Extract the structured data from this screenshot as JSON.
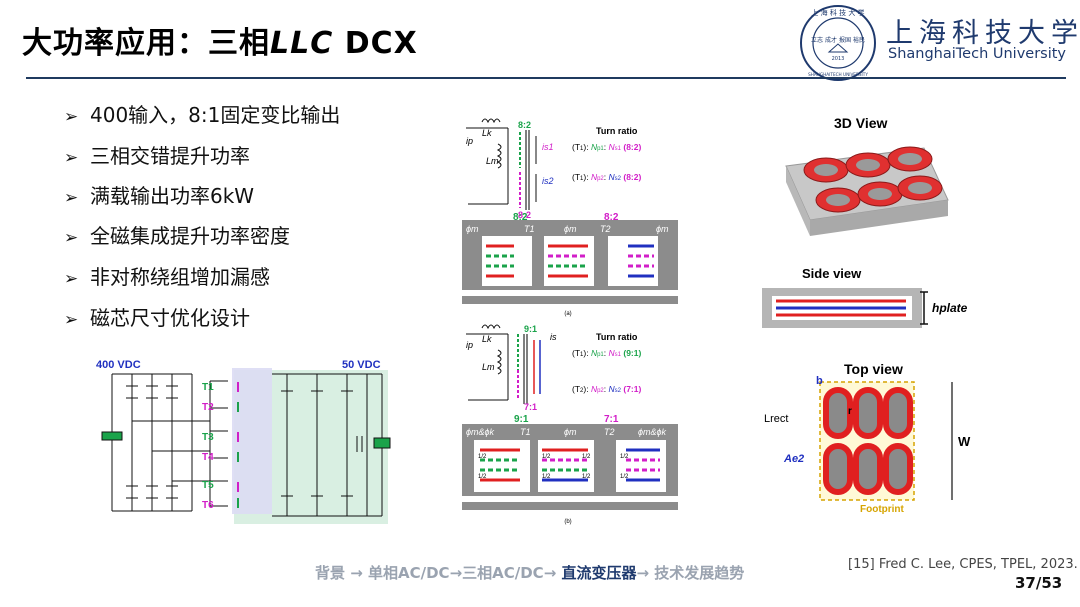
{
  "header": {
    "title_main": "大功率应用：三相",
    "title_italic": "LLC",
    "title_end": " DCX",
    "logo_cn": "上海科技大学",
    "logo_en": "ShanghaiTech University",
    "seal_top_text": "上 海 科 技 大 学",
    "seal_left": "立志 成才",
    "seal_right": "报国 裕民",
    "seal_year": "2013",
    "seal_bottom_text": "SHANGHAITECH UNIVERSITY"
  },
  "bullets": [
    "400输入，8:1固定变比输出",
    "三相交错提升功率",
    "满载输出功率6kW",
    "全磁集成提升功率密度",
    "非对称绕组增加漏感",
    "磁芯尺寸优化设计"
  ],
  "circuit": {
    "input_label": "400 VDC",
    "output_label": "50 VDC",
    "transformers": [
      "T1",
      "T2",
      "T3",
      "T4",
      "T5",
      "T6"
    ]
  },
  "figure_a": {
    "ratio_top": "8:2",
    "ratio_bottom": "8:2",
    "turn_ratio_title": "Turn ratio",
    "eq1_prefix": "(T",
    "eq1_sub": "1",
    "eq1_text": "): N",
    "eq1_p": "p1",
    "eq1_mid": ": N",
    "eq1_s": "s1",
    "eq1_val": "(8:2)",
    "eq2_sub": "1",
    "eq2_p": "p2",
    "eq2_s": "s2",
    "eq2_val": "(8:2)",
    "core_ratio_left": "8:2",
    "core_ratio_right": "8:2",
    "phi_m": "ϕm",
    "t1": "T1",
    "t2": "T2",
    "caption": "(a)",
    "ip": "ip",
    "lk": "Lk",
    "lm": "Lm",
    "is1": "is1",
    "is2": "is2"
  },
  "figure_b": {
    "ratio_top": "9:1",
    "ratio_bottom": "7:1",
    "turn_ratio_title": "Turn ratio",
    "eq1_sub": "1",
    "eq1_p": "p1",
    "eq1_s": "s1",
    "eq1_val": "(9:1)",
    "eq2_sub": "2",
    "eq2_p": "p2",
    "eq2_s": "s2",
    "eq2_val": "(7:1)",
    "core_ratio_left": "9:1",
    "core_ratio_right": "7:1",
    "phi_mk": "ϕm&ϕk",
    "phi_m": "ϕm",
    "t1": "T1",
    "t2": "T2",
    "half": "1/2",
    "caption": "(b)",
    "ip": "ip",
    "lk": "Lk",
    "lm": "Lm",
    "is": "is"
  },
  "views": {
    "view3d": "3D View",
    "side": "Side view",
    "hplate": "hplate",
    "top": "Top view",
    "b": "b",
    "r": "r",
    "lrect": "Lrect",
    "ae2": "Ae2",
    "w": "W",
    "footprint": "Footprint"
  },
  "footer": {
    "nav_prefix": "背景 → 单相AC/DC→三相AC/DC→ ",
    "nav_current": "直流变压器",
    "nav_suffix": "→ 技术发展趋势",
    "citation": "[15] Fred C. Lee, CPES, TPEL, 2023.",
    "page": "37/53"
  },
  "colors": {
    "navy": "#1f3a6e",
    "green": "#1aa34a",
    "magenta": "#d21ec8",
    "red": "#e02020",
    "blue": "#2030c0",
    "core_gray": "#8c8c8c"
  }
}
